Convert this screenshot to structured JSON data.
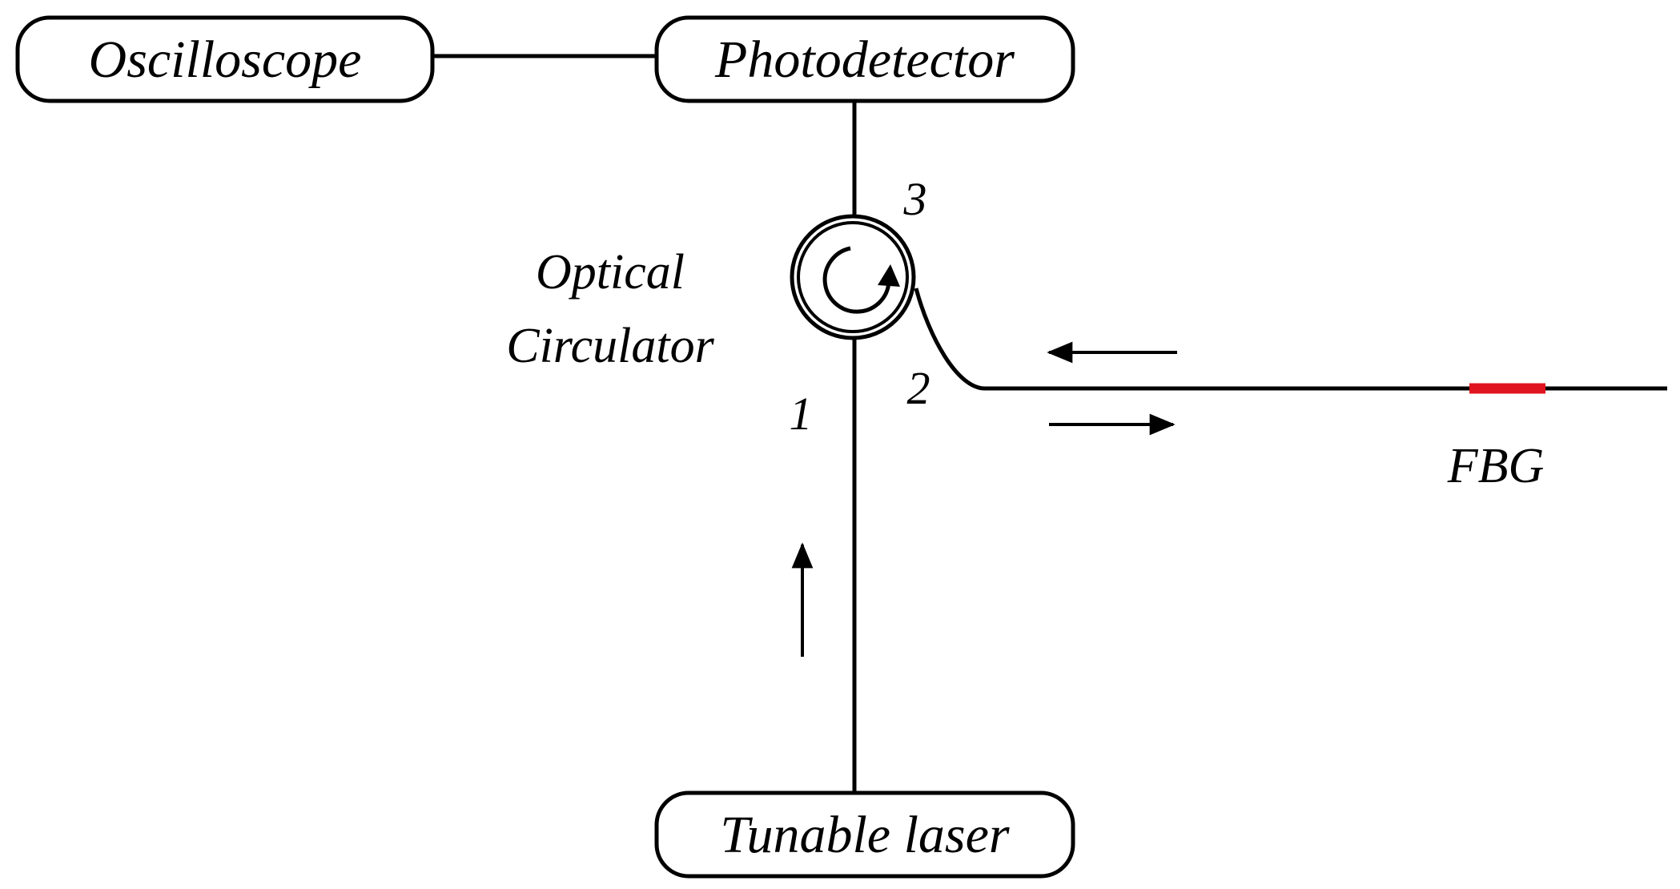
{
  "components": {
    "oscilloscope": "Oscilloscope",
    "photodetector": "Photodetector",
    "tunable_laser": "Tunable laser",
    "circulator": [
      "Optical",
      "Circulator"
    ],
    "fbg": "FBG"
  },
  "ports": [
    "1",
    "2",
    "3"
  ],
  "colors": {
    "line": "#000000",
    "fbg_grating": "#e0141e"
  }
}
